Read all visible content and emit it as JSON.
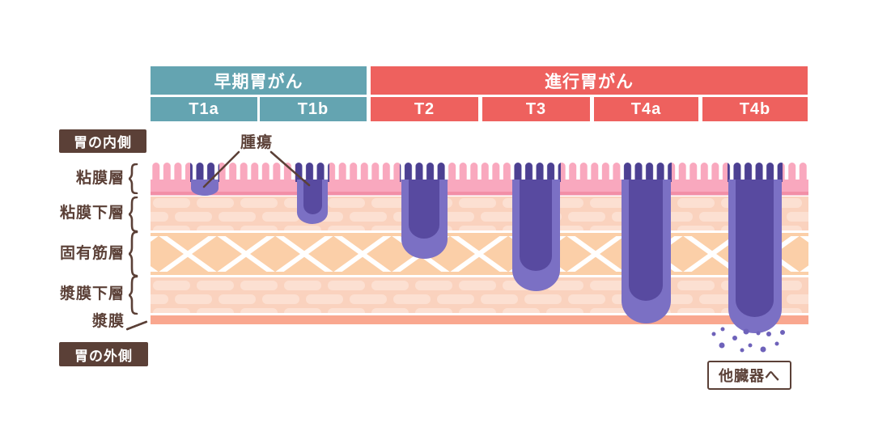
{
  "header": {
    "groups": [
      {
        "label": "早期胃がん",
        "color": "#64A4B1"
      },
      {
        "label": "進行胃がん",
        "color": "#EE615E"
      }
    ],
    "stages": [
      {
        "label": "T1a",
        "group": "早期胃がん"
      },
      {
        "label": "T1b",
        "group": "早期胃がん"
      },
      {
        "label": "T2",
        "group": "進行胃がん"
      },
      {
        "label": "T3",
        "group": "進行胃がん"
      },
      {
        "label": "T4a",
        "group": "進行胃がん"
      },
      {
        "label": "T4b",
        "group": "進行胃がん"
      }
    ]
  },
  "side": {
    "inside_label": "胃の内側",
    "outside_label": "胃の外側",
    "layer_labels": [
      {
        "label": "粘膜層"
      },
      {
        "label": "粘膜下層"
      },
      {
        "label": "固有筋層"
      },
      {
        "label": "漿膜下層"
      },
      {
        "label": "漿膜"
      }
    ]
  },
  "annotations": {
    "tumor_label": "腫瘍",
    "metastasis_label": "他臓器へ"
  },
  "diagram": {
    "invasion_depth": [
      {
        "stage": "T1a",
        "reaches": "粘膜層"
      },
      {
        "stage": "T1b",
        "reaches": "粘膜下層"
      },
      {
        "stage": "T2",
        "reaches": "固有筋層"
      },
      {
        "stage": "T3",
        "reaches": "漿膜下層"
      },
      {
        "stage": "T4a",
        "reaches": "漿膜"
      },
      {
        "stage": "T4b",
        "reaches": "他臓器へ"
      }
    ]
  },
  "colors": {
    "early_group": "#64A4B1",
    "advanced_group": "#EE615E",
    "label_brown": "#5B4037",
    "mucosa_pink": "#F9A8BE",
    "mucosa_edge_pink": "#F28FA7",
    "submucosa_bg": "#FAD2BE",
    "submucosa_brick": "#FCE0D2",
    "muscle_fill": "#FBCFA8",
    "serosa": "#F9A78F",
    "tumor_outer": "#7B70C4",
    "tumor_core": "#584AA0",
    "tumor_villi": "#4C4092",
    "dot_purple": "#6E62BA"
  }
}
